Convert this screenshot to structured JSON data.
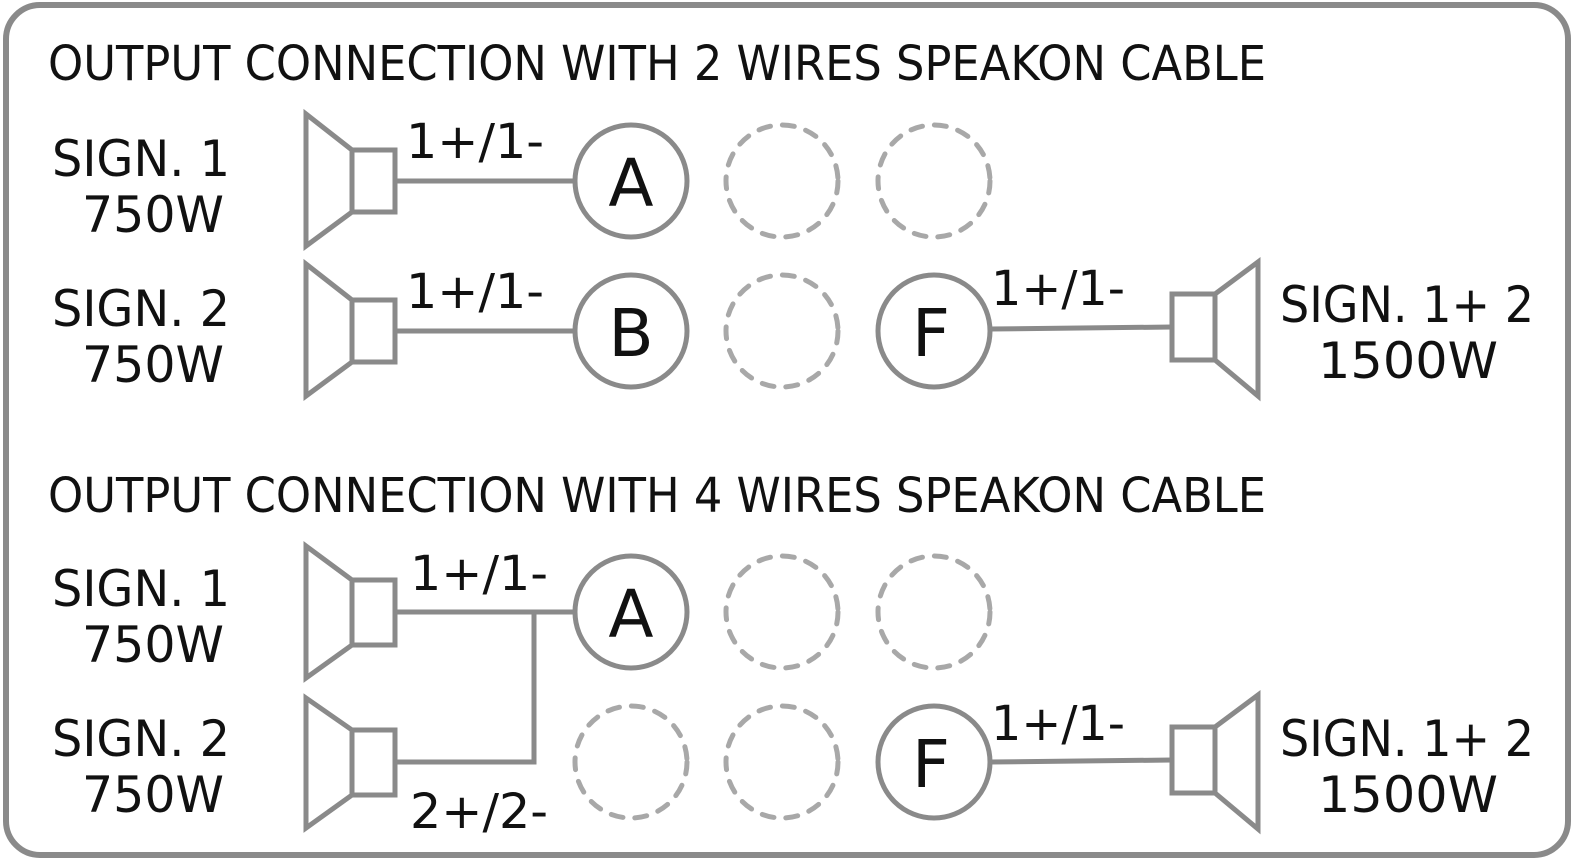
{
  "sections": [
    {
      "title": "OUTPUT CONNECTION WITH 2 WIRES SPEAKON CABLE",
      "row1": {
        "sign": "SIGN. 1",
        "power": "750W",
        "wire": "1+/1-",
        "connector": "A"
      },
      "row2": {
        "sign": "SIGN. 2",
        "power": "750W",
        "wire": "1+/1-",
        "connector": "B"
      },
      "right": {
        "connector": "F",
        "wire": "1+/1-",
        "sign": "SIGN. 1+ 2",
        "power": "1500W"
      }
    },
    {
      "title": "OUTPUT CONNECTION WITH 4 WIRES SPEAKON CABLE",
      "row1": {
        "sign": "SIGN. 1",
        "power": "750W",
        "wire": "1+/1-",
        "connector": "A"
      },
      "row2": {
        "sign": "SIGN. 2",
        "power": "750W",
        "wire": "2+/2-"
      },
      "right": {
        "connector": "F",
        "wire": "1+/1-",
        "sign": "SIGN. 1+ 2",
        "power": "1500W"
      }
    }
  ],
  "colors": {
    "line": "#8a8a8a",
    "dashed": "#a8a8a8",
    "text": "#111111",
    "border": "#8a8a8a"
  }
}
